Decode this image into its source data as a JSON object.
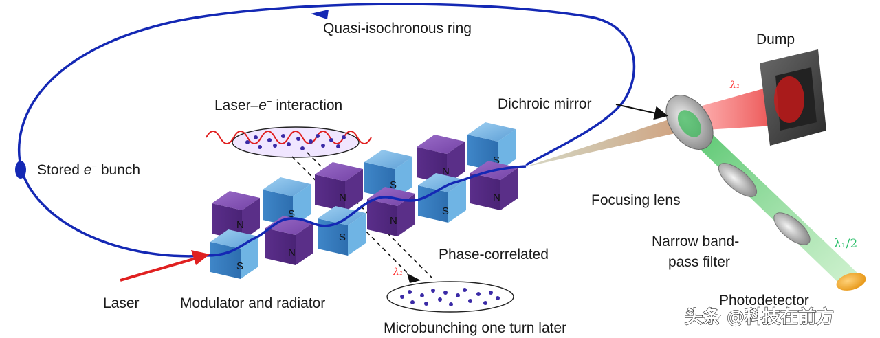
{
  "labels": {
    "ring": "Quasi-isochronous ring",
    "dump": "Dump",
    "lambda1": "λ₁",
    "laser_e_prefix": "Laser–",
    "laser_e_symbol": "e",
    "laser_e_sup": "−",
    "laser_e_suffix": " interaction",
    "dichroic": "Dichroic mirror",
    "stored_prefix": "Stored ",
    "stored_symbol": "e",
    "stored_sup": "−",
    "stored_suffix": " bunch",
    "focusing": "Focusing lens",
    "narrow_line1": "Narrow band-",
    "narrow_line2": "pass filter",
    "half_lambda": "λ₁/2",
    "phase": "Phase-correlated",
    "laser": "Laser",
    "modulator": "Modulator and radiator",
    "photodetector": "Photodetector",
    "microbunching": "Microbunching one turn later",
    "watermark": "头条 @科技在前方"
  },
  "magnet_letters": {
    "north": "N",
    "south": "S"
  },
  "colors": {
    "beam": "#1428b4",
    "laser": "#e02020",
    "magnet_blue": "#5aa6dc",
    "magnet_purple": "#6a3a9c",
    "green": "#34c15a",
    "red_light": "#ff5a5a",
    "orange": "#f5a623"
  }
}
